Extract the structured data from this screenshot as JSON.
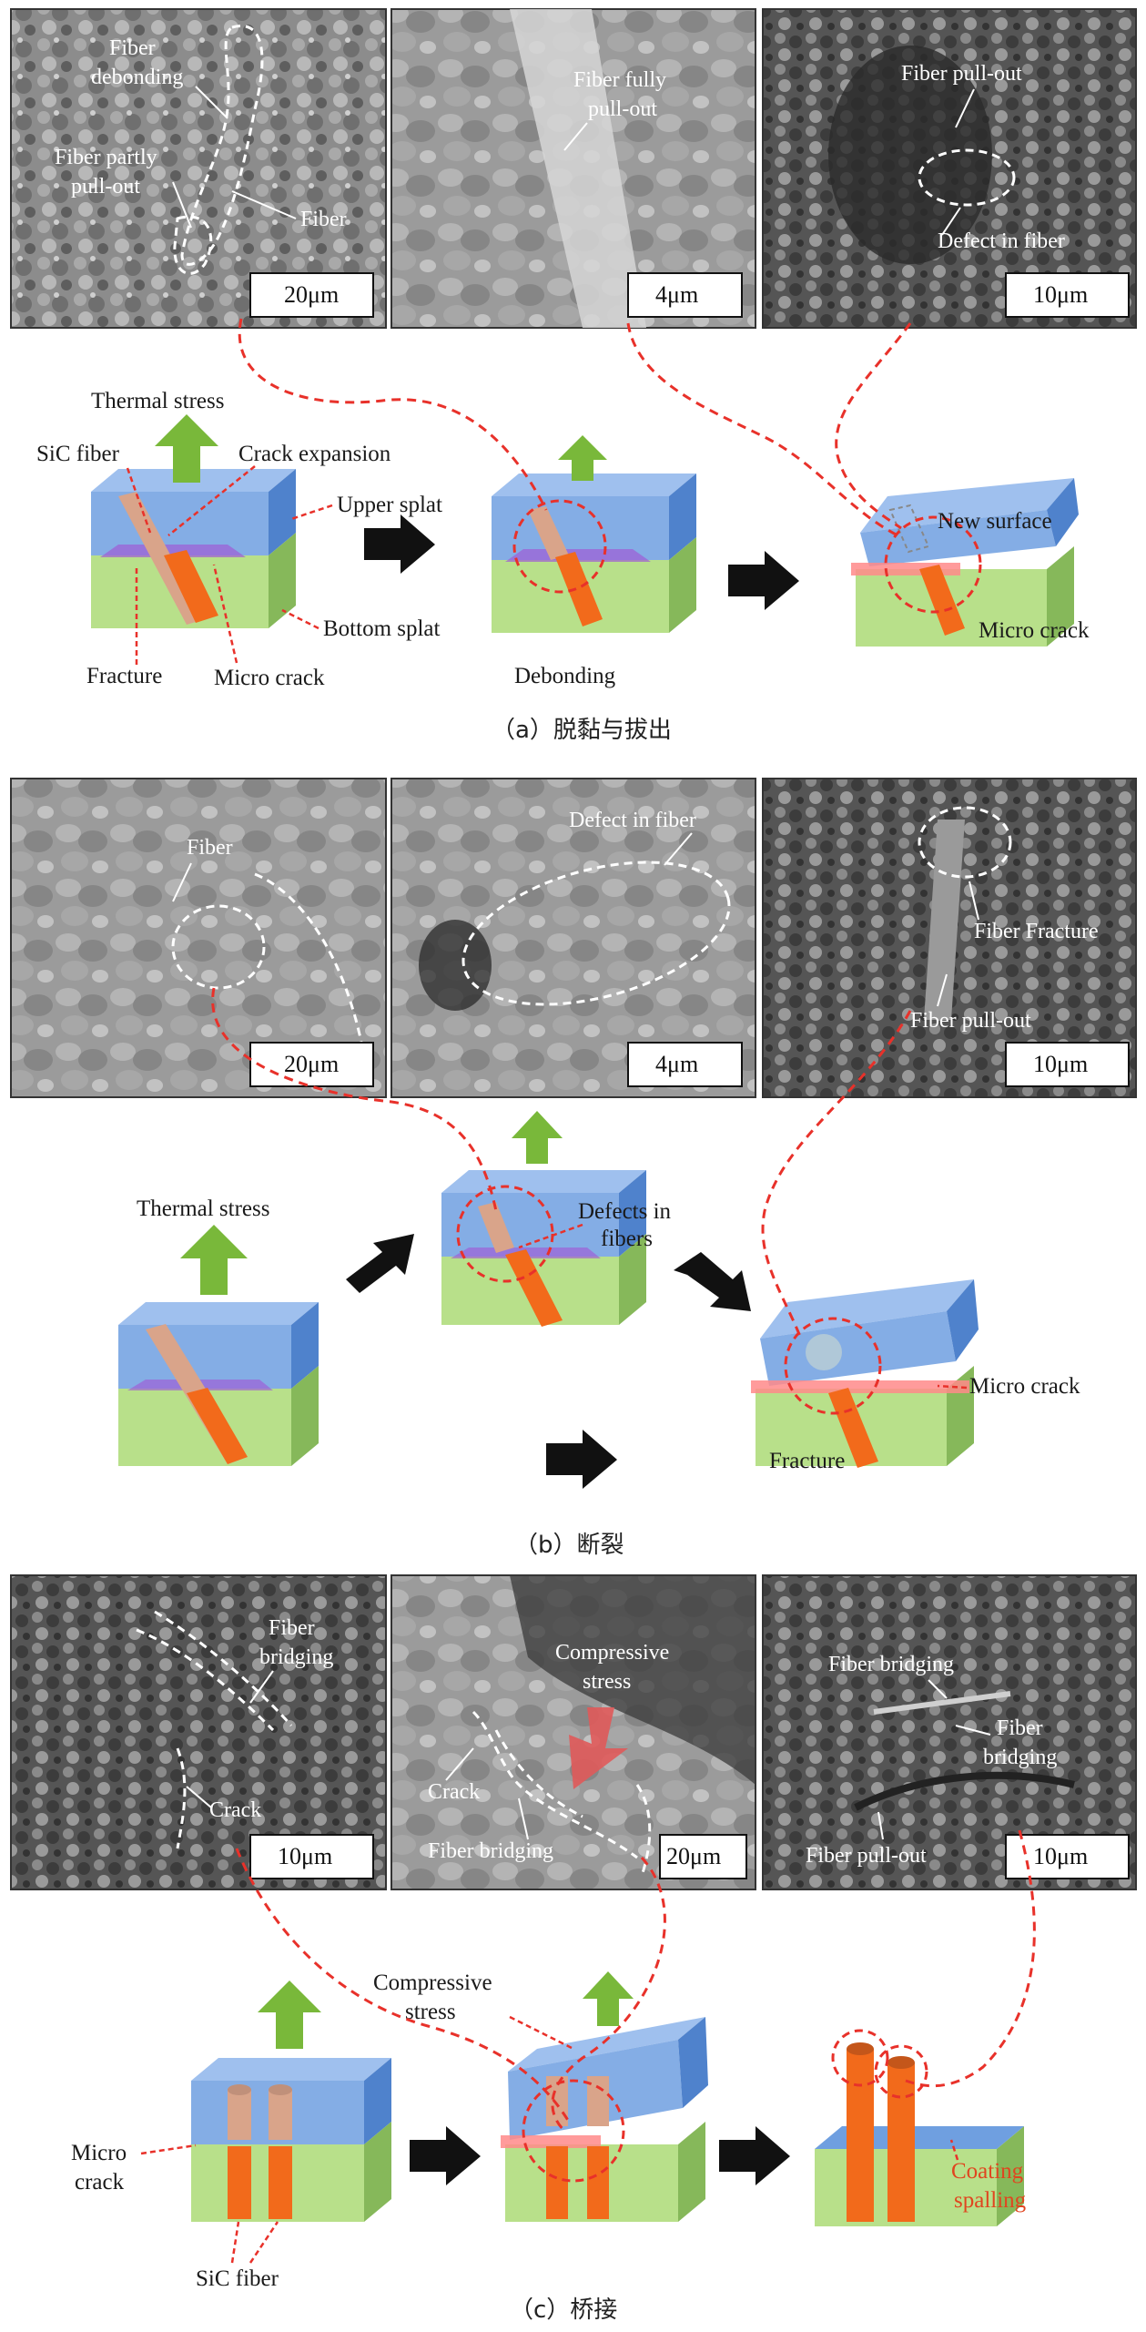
{
  "panel_a": {
    "caption": "（a）脱黏与拔出",
    "sem1": {
      "labels": [
        "Fiber",
        "debonding",
        "Fiber partly",
        "pull-out",
        "Fiber"
      ],
      "scale": "20μm"
    },
    "sem2": {
      "labels": [
        "Fiber fully",
        "pull-out"
      ],
      "scale": "4μm"
    },
    "sem3": {
      "labels": [
        "Fiber pull-out",
        "Defect in fiber"
      ],
      "scale": "10μm"
    },
    "schematic": {
      "thermal_stress": "Thermal stress",
      "sic_fiber": "SiC fiber",
      "crack_expansion": "Crack expansion",
      "upper_splat": "Upper splat",
      "bottom_splat": "Bottom splat",
      "fracture": "Fracture",
      "micro_crack": "Micro crack",
      "debonding": "Debonding",
      "new_surface": "New surface",
      "micro_crack_2": "Micro crack"
    }
  },
  "panel_b": {
    "caption": "（b）断裂",
    "sem1": {
      "labels": [
        "Fiber"
      ],
      "scale": "20μm"
    },
    "sem2": {
      "labels": [
        "Defect in fiber"
      ],
      "scale": "4μm"
    },
    "sem3": {
      "labels": [
        "Fiber Fracture",
        "Fiber pull-out"
      ],
      "scale": "10μm"
    },
    "schematic": {
      "thermal_stress": "Thermal stress",
      "defects": [
        "Defects in",
        "fibers"
      ],
      "micro_crack": "Micro crack",
      "fracture": "Fracture"
    }
  },
  "panel_c": {
    "caption": "（c）桥接",
    "sem1": {
      "labels": [
        "Fiber",
        "bridging",
        "Crack"
      ],
      "scale": "10μm"
    },
    "sem2": {
      "labels": [
        "Compressive",
        "stress",
        "Crack",
        "Fiber bridging"
      ],
      "scale": "20μm"
    },
    "sem3": {
      "labels": [
        "Fiber bridging",
        "Fiber",
        "bridging",
        "Fiber pull-out"
      ],
      "scale": "10μm"
    },
    "schematic": {
      "compressive_stress": [
        "Compressive",
        "stress"
      ],
      "micro_crack": [
        "Micro",
        "crack"
      ],
      "sic_fiber": "SiC fiber",
      "coating_spalling": [
        "Coating",
        "spalling"
      ]
    }
  },
  "colors": {
    "upper_splat": "#6f9fe0",
    "bottom_splat": "#b8e08a",
    "fiber": "#f26a1b",
    "arrow_green": "#79b83a",
    "dashed_red": "#e8312a",
    "process_arrow": "#111111"
  }
}
